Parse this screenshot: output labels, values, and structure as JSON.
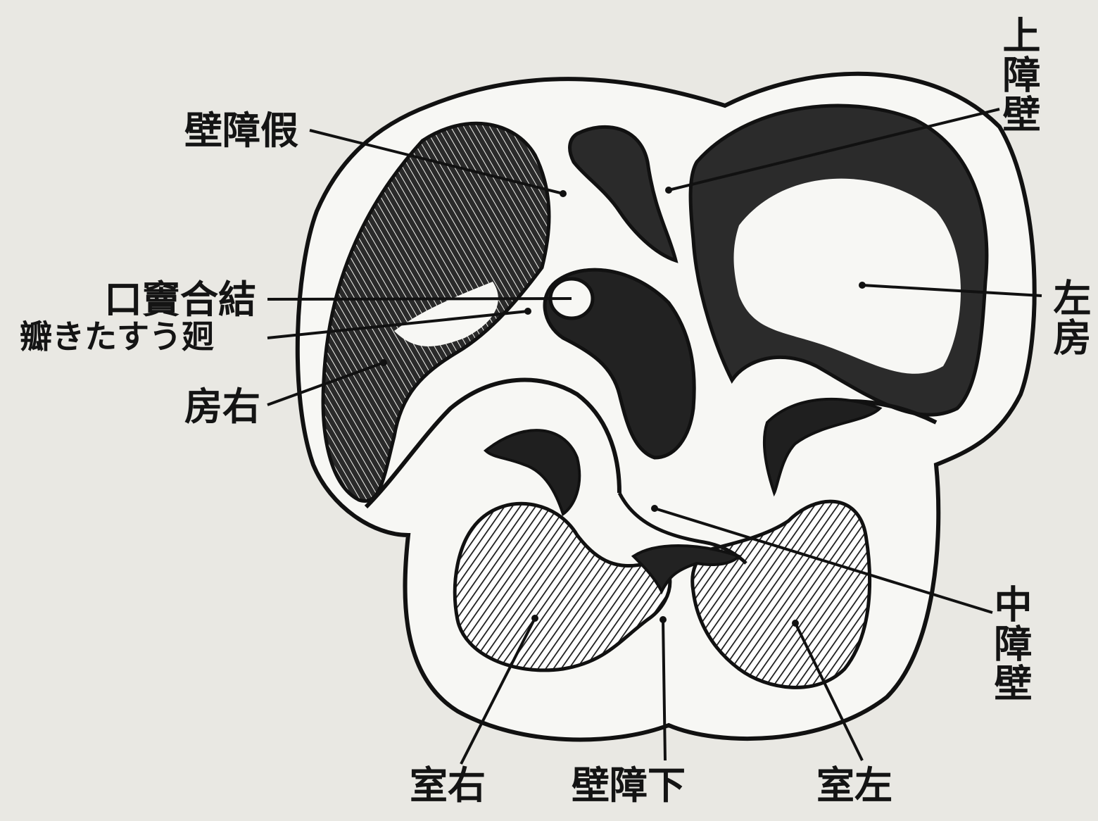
{
  "labels": {
    "false_septum": "壁障假",
    "superior_septum": "上障壁",
    "atrioventricular_opening": "口竇合結",
    "valve": "瓣きたすう㢠",
    "right_atrium": "房右",
    "left_atrium": "左房",
    "middle_septum": "中障壁",
    "right_ventricle": "室右",
    "inferior_septum": "壁障下",
    "left_ventricle": "室左"
  }
}
